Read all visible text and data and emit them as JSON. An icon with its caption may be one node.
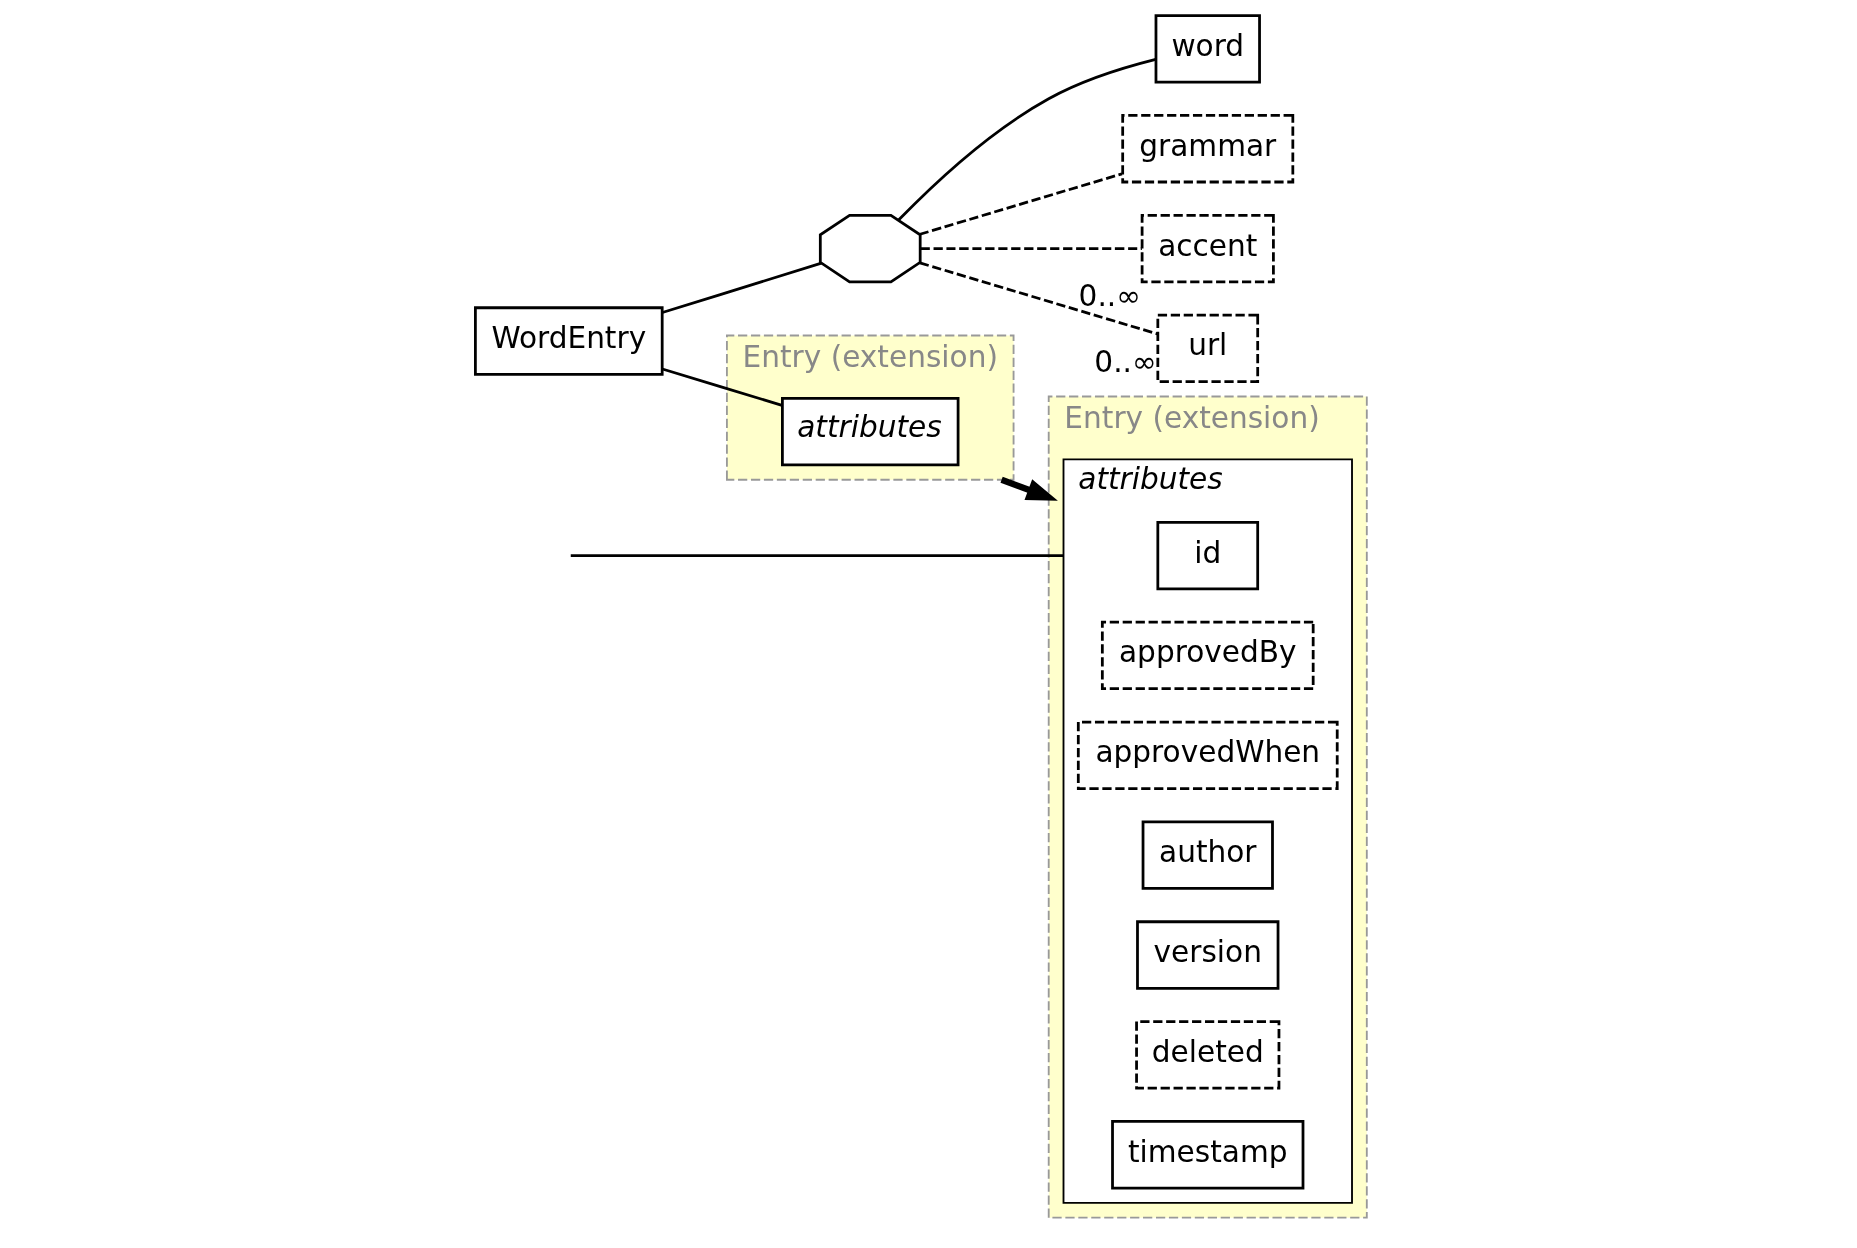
{
  "diagram": {
    "nodes": [
      {
        "text": [
          "WordEntry"
        ]
      },
      {
        "text": [
          "Entry (extension)"
        ]
      },
      {
        "text": [
          "attributes"
        ],
        "in": 1
      },
      {
        "text": [],
        "shape": "octagon"
      },
      {
        "text": [
          "word"
        ]
      },
      {
        "text": [
          "grammar"
        ]
      },
      {
        "text": [
          "accent"
        ],
        "beside": [
          "0..∞"
        ]
      },
      {
        "text": [
          "url"
        ],
        "beside": [
          "0..∞"
        ]
      },
      {
        "text": [
          "Entry (extension)"
        ]
      },
      {
        "text": [
          "attributes"
        ],
        "in": 8
      },
      {
        "text": [
          "id"
        ],
        "in": 9
      },
      {
        "text": [
          "approvedBy"
        ],
        "in": 9
      },
      {
        "text": [
          "approvedWhen"
        ],
        "in": 9
      },
      {
        "text": [
          "author"
        ],
        "in": 9
      },
      {
        "text": [
          "version"
        ],
        "in": 9
      },
      {
        "text": [
          "deleted"
        ],
        "in": 9
      },
      {
        "text": [
          "timestamp"
        ],
        "in": 9
      }
    ],
    "edges": [
      {
        "from": 0,
        "to": 2,
        "arrow": "none"
      },
      {
        "from": 0,
        "to": 3,
        "arrow": "none"
      },
      {
        "from": 3,
        "to": 4,
        "arrow": "none"
      },
      {
        "from": 3,
        "to": 5,
        "arrow": "none",
        "style": "dashed"
      },
      {
        "from": 3,
        "to": 6,
        "arrow": "none",
        "style": "dashed"
      },
      {
        "from": 3,
        "to": 7,
        "arrow": "none",
        "style": "dashed"
      },
      {
        "from": 1,
        "to": 8,
        "arrow": "to",
        "style": "thick"
      },
      {
        "from": null,
        "to": 9,
        "arrow": "none"
      }
    ]
  }
}
